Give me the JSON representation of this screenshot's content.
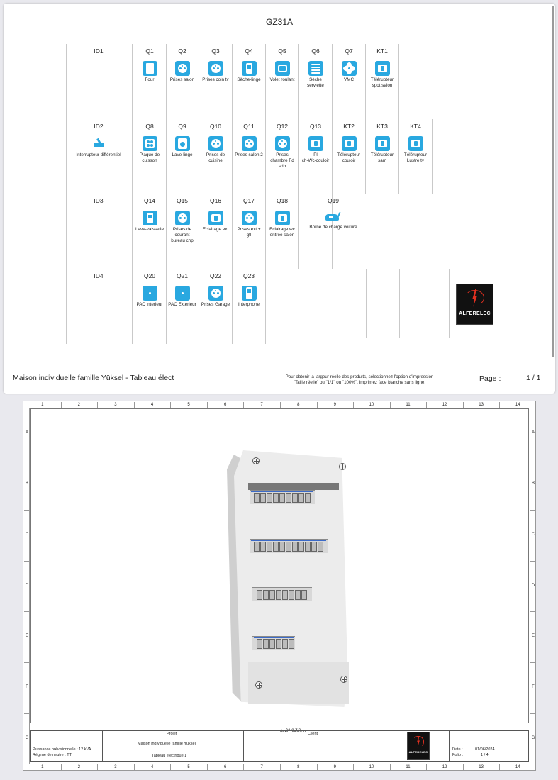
{
  "page1": {
    "title": "GZ31A",
    "rows": [
      {
        "id": "ID1",
        "items": [
          {
            "code": "Q1",
            "label": [
              "Four"
            ],
            "icon": "oven"
          },
          {
            "code": "Q2",
            "label": [
              "Prises  salon"
            ],
            "icon": "outlet"
          },
          {
            "code": "Q3",
            "label": [
              "Prises coin tv"
            ],
            "icon": "outlet"
          },
          {
            "code": "Q4",
            "label": [
              "Sèche-linge"
            ],
            "icon": "box"
          },
          {
            "code": "Q5",
            "label": [
              "Volet roulant"
            ],
            "icon": "roller"
          },
          {
            "code": "Q6",
            "label": [
              "Sèche",
              "serviette"
            ],
            "icon": "rad"
          },
          {
            "code": "Q7",
            "label": [
              "VMC"
            ],
            "icon": "fan"
          },
          {
            "code": "KT1",
            "label": [
              "Télérupteur",
              "spot salon"
            ],
            "icon": "switch"
          }
        ]
      },
      {
        "id": "ID2",
        "id_label": "Interrupteur différentiel",
        "items": [
          {
            "code": "Q8",
            "label": [
              "Plaque de",
              "cuisson"
            ],
            "icon": "hob"
          },
          {
            "code": "Q9",
            "label": [
              "Lave-linge"
            ],
            "icon": "washer"
          },
          {
            "code": "Q10",
            "label": [
              "Prises de",
              "cuisine"
            ],
            "icon": "outlet"
          },
          {
            "code": "Q11",
            "label": [
              "Prises  salon 2"
            ],
            "icon": "outlet"
          },
          {
            "code": "Q12",
            "label": [
              "Prises",
              "chambre Fd",
              "sdb"
            ],
            "icon": "outlet"
          },
          {
            "code": "Q13",
            "label": [
              "Pl",
              "ch-Wc-couloir"
            ],
            "icon": "switch"
          },
          {
            "code": "KT2",
            "label": [
              "Télérupteur",
              "couloir"
            ],
            "icon": "switch"
          },
          {
            "code": "KT3",
            "label": [
              "Télérupteur",
              "sam"
            ],
            "icon": "switch"
          },
          {
            "code": "KT4",
            "label": [
              "Télérupteur",
              "Lustre tv"
            ],
            "icon": "switch"
          }
        ]
      },
      {
        "id": "ID3",
        "items": [
          {
            "code": "Q14",
            "label": [
              "Lave-vaisselle"
            ],
            "icon": "box"
          },
          {
            "code": "Q15",
            "label": [
              "Prises de",
              "courant",
              "bureau chp"
            ],
            "icon": "outlet"
          },
          {
            "code": "Q16",
            "label": [
              "Eclairage ext"
            ],
            "icon": "switch"
          },
          {
            "code": "Q17",
            "label": [
              "Prises ext +",
              "gtl"
            ],
            "icon": "outlet"
          },
          {
            "code": "Q18",
            "label": [
              "Eclairage wc",
              "entree salon"
            ],
            "icon": "switch"
          },
          {
            "code": "Q19",
            "label": [
              "Borne de charge voiture"
            ],
            "icon": "car"
          }
        ]
      },
      {
        "id": "ID4",
        "items": [
          {
            "code": "Q20",
            "label": [
              "PAC interieur"
            ],
            "icon": "pac"
          },
          {
            "code": "Q21",
            "label": [
              "PAC Exterieur"
            ],
            "icon": "pac"
          },
          {
            "code": "Q22",
            "label": [
              "Prises Garage"
            ],
            "icon": "outlet"
          },
          {
            "code": "Q23",
            "label": [
              "Interphone"
            ],
            "icon": "phone"
          }
        ]
      }
    ],
    "logo_text": "ALFERELEC",
    "footer": {
      "project": "Maison individuelle famille Yüksel - Tableau élect",
      "note_line1": "Pour obtenir la largeur réelle des produits, sélectionnez l'option d'impression",
      "note_line2": "\"Taille réelle\" ou \"1/1\" ou \"100%\". Imprimez face blanche sans ligne.",
      "page_label": "Page :",
      "page_count": "1 / 1"
    }
  },
  "page2": {
    "column_numbers": [
      "1",
      "2",
      "3",
      "4",
      "5",
      "6",
      "7",
      "8",
      "9",
      "10",
      "11",
      "12",
      "13",
      "14"
    ],
    "row_letters": [
      "A",
      "B",
      "C",
      "D",
      "E",
      "F",
      "G"
    ],
    "view_label": "Vue 3D",
    "view_sublabel": "Avec plastron",
    "title_block": {
      "projet_header": "Projet",
      "client_header": "Client",
      "projet_name": "Maison individuelle famille Yüksel",
      "document": "Tableau électrique 1",
      "puissance": "Puissance prévisionnelle : 12 kVA",
      "regime": "Régime de neutre : TT",
      "date_label": "Date :",
      "date_value": "01/06/2024",
      "folio_label": "Folio :",
      "folio_value": "1 / 4",
      "logo_text": "ALFERELEC"
    }
  },
  "colors": {
    "icon_blue": "#29a8e0",
    "logo_red": "#e03020",
    "logo_bg": "#111111"
  }
}
